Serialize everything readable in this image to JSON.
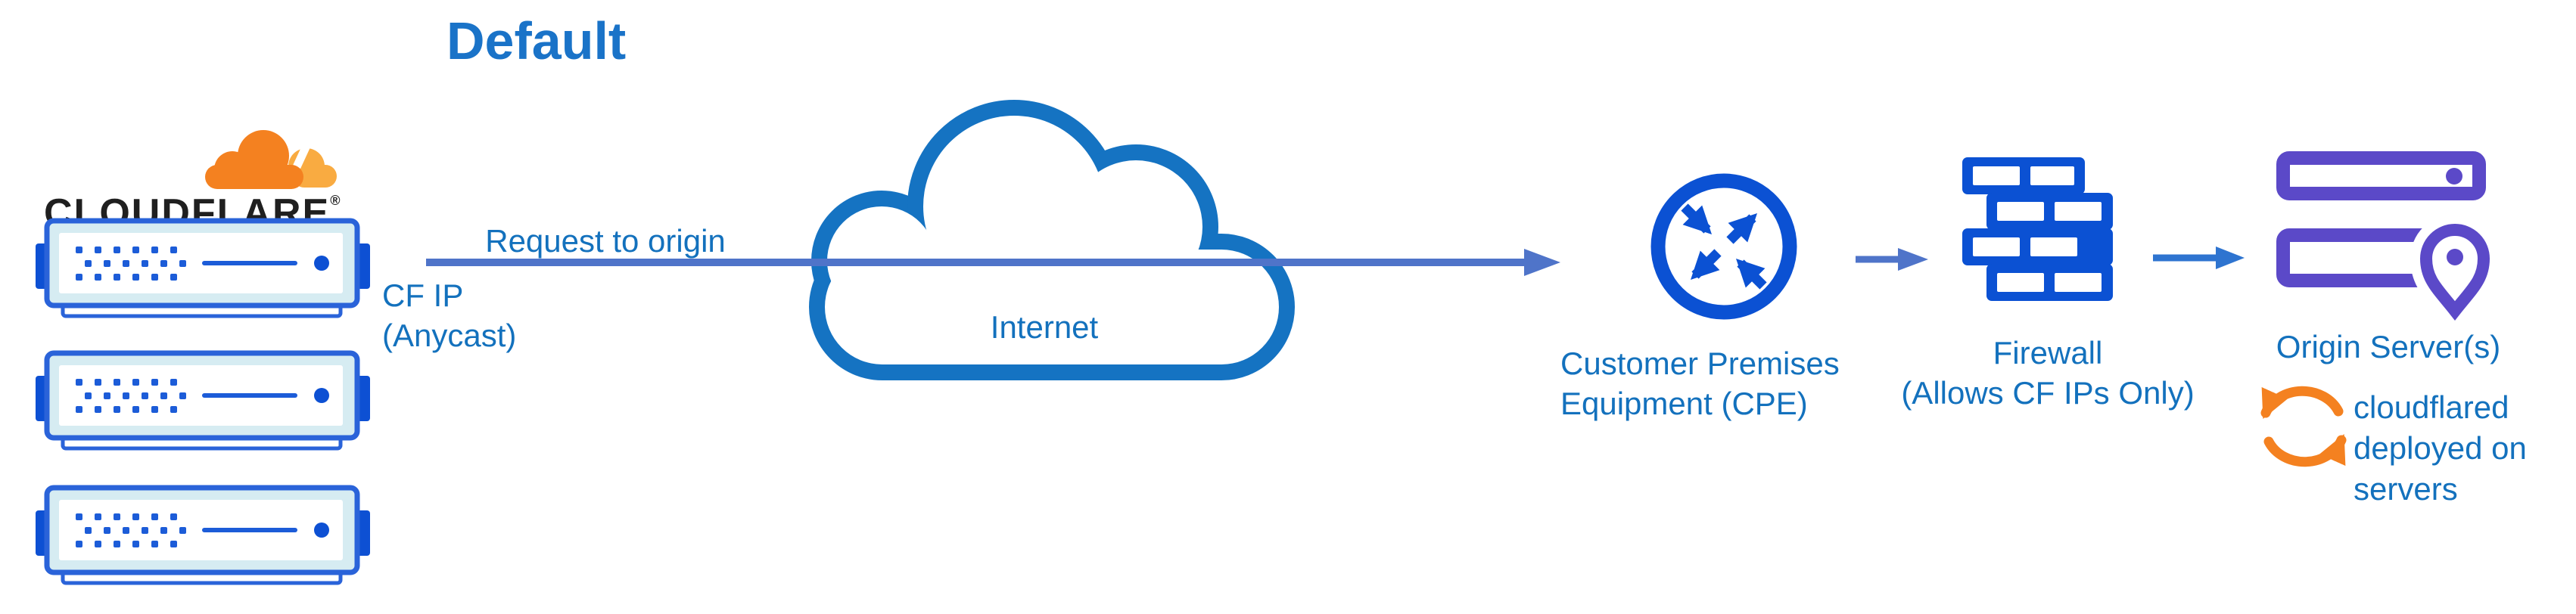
{
  "title": "Default",
  "cloudflare": {
    "wordmark": "CLOUDFLARE",
    "registered": "®"
  },
  "edge": {
    "request_label": "Request to origin",
    "ip_line1": "CF IP",
    "ip_line2": "(Anycast)"
  },
  "internet": {
    "label": "Internet"
  },
  "cpe": {
    "label_line1": "Customer Premises",
    "label_line2": "Equipment (CPE)"
  },
  "firewall": {
    "label_line1": "Firewall",
    "label_line2": "(Allows CF IPs Only)"
  },
  "origin": {
    "label": "Origin Server(s)",
    "note_line1": "cloudflared",
    "note_line2": "deployed on",
    "note_line3": "servers"
  },
  "icons": {
    "cloudflare-logo-icon": "orange cloud logo",
    "edge-server-icon": "blue rack server (x3)",
    "internet-cloud-icon": "outlined cloud",
    "cpe-router-icon": "circle with four crossing arrows",
    "firewall-icon": "brick wall",
    "origin-servers-icon": "stacked servers with location pin",
    "cloudflared-sync-icon": "orange circular arrows"
  },
  "colors": {
    "title_blue": "#1a73c8",
    "text_blue": "#1371bd",
    "connector_blue": "#4f74c9",
    "connector_blue_bright": "#2e74d0",
    "icon_blue": "#0b51d3",
    "server_border_blue": "#2a63d9",
    "server_fill_cyan": "#d6ecf2",
    "cloud_stroke_blue": "#1573c2",
    "origin_purple": "#5b49c8",
    "cloudflare_orange": "#f48120",
    "cloudflare_orange_light": "#f9ab41",
    "wordmark_dark": "#1f1f1f"
  }
}
